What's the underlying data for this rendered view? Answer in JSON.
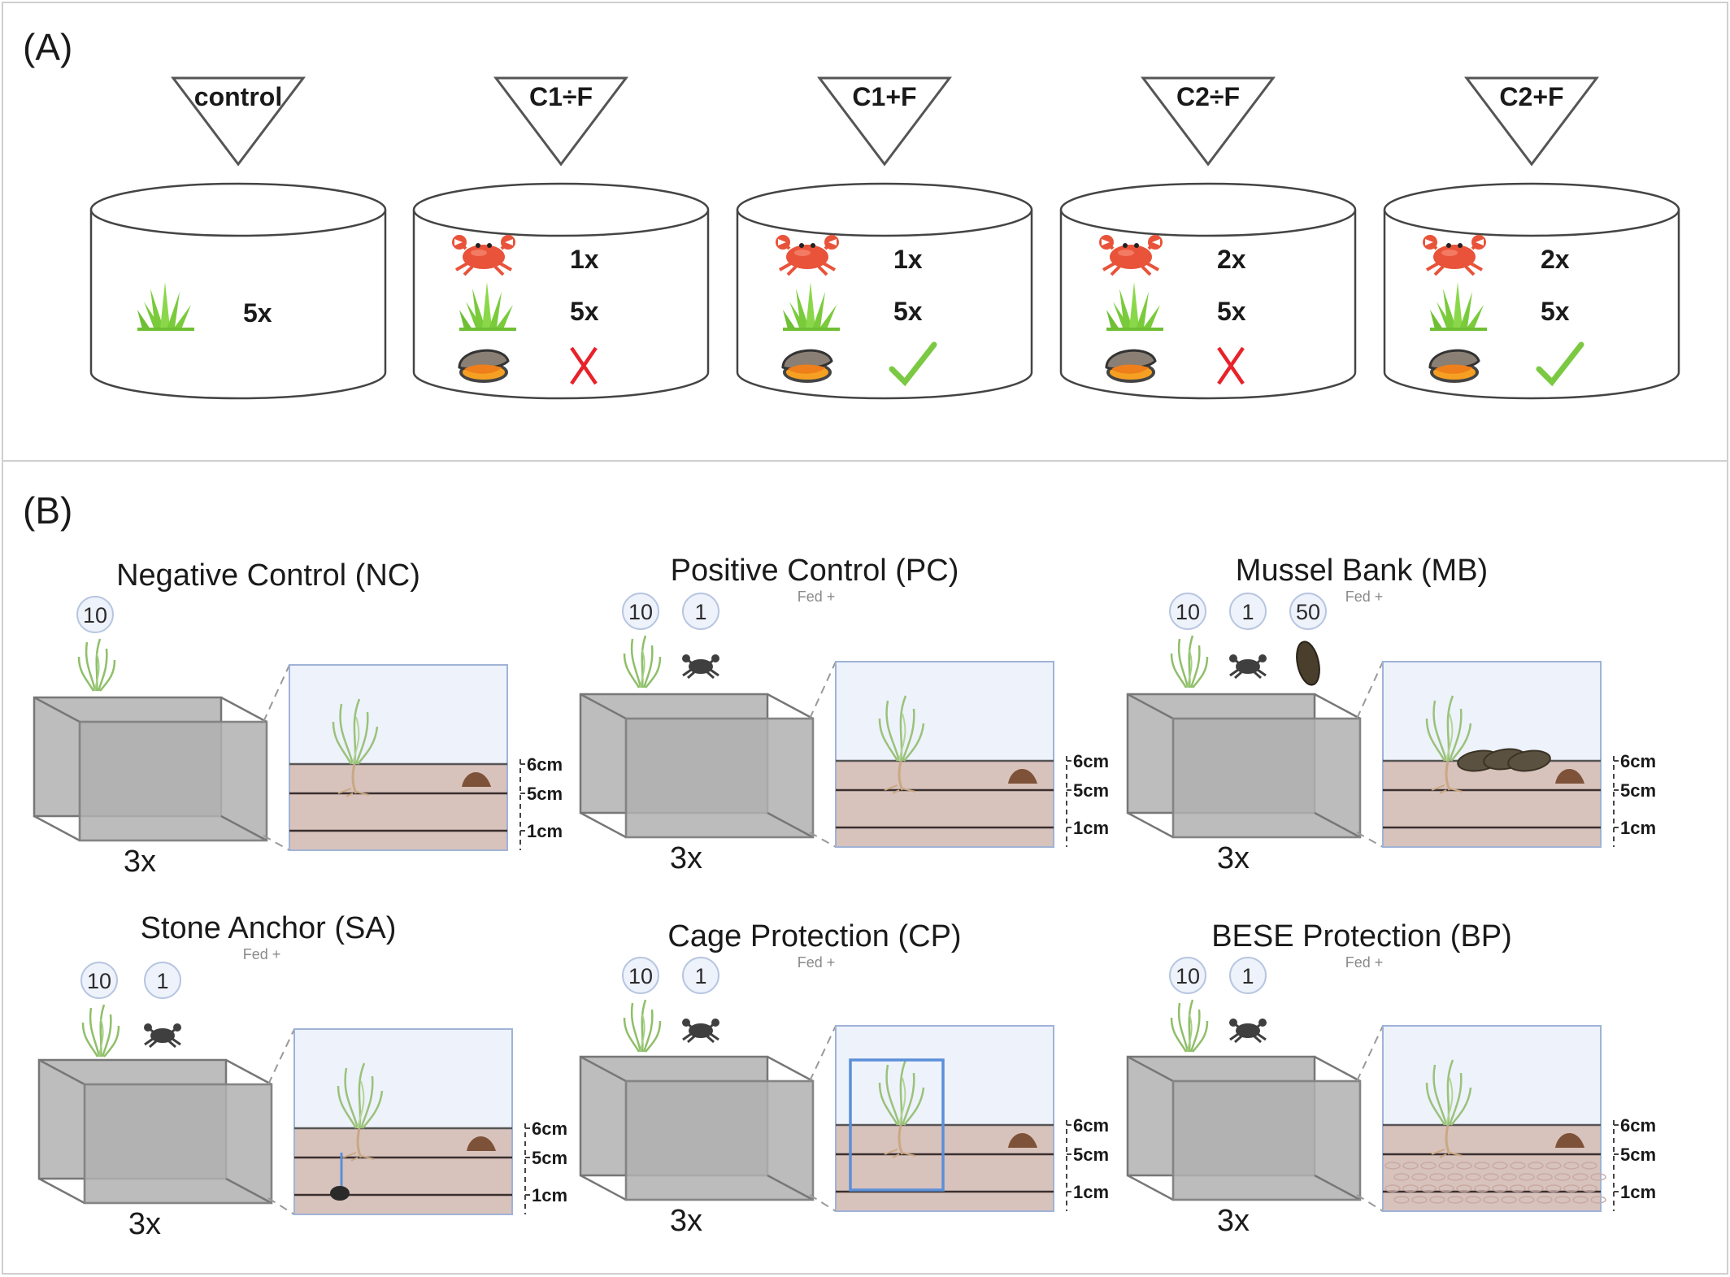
{
  "panel_a": {
    "label": "(A)",
    "treatments": [
      {
        "name": "control",
        "crab": null,
        "grass": "5x",
        "mussel": null
      },
      {
        "name": "C1÷F",
        "crab": "1x",
        "grass": "5x",
        "mussel": "absent"
      },
      {
        "name": "C1+F",
        "crab": "1x",
        "grass": "5x",
        "mussel": "present"
      },
      {
        "name": "C2÷F",
        "crab": "2x",
        "grass": "5x",
        "mussel": "absent"
      },
      {
        "name": "C2+F",
        "crab": "2x",
        "grass": "5x",
        "mussel": "present"
      }
    ]
  },
  "panel_b": {
    "label": "(B)",
    "fed_label": "Fed +",
    "depth_labels": [
      "6cm",
      "5cm",
      "1cm"
    ],
    "experiments": [
      {
        "title": "Negative Control (NC)",
        "fed": false,
        "counts": [
          "10"
        ],
        "icons": [
          "seagrass-icon"
        ],
        "replicates": "3x",
        "feature": "none"
      },
      {
        "title": "Positive Control (PC)",
        "fed": true,
        "counts": [
          "10",
          "1"
        ],
        "icons": [
          "seagrass-icon",
          "crab-icon"
        ],
        "replicates": "3x",
        "feature": "none"
      },
      {
        "title": "Mussel Bank (MB)",
        "fed": true,
        "counts": [
          "10",
          "1",
          "50"
        ],
        "icons": [
          "seagrass-icon",
          "crab-icon",
          "mussel-icon"
        ],
        "replicates": "3x",
        "feature": "mussels"
      },
      {
        "title": "Stone Anchor (SA)",
        "fed": true,
        "counts": [
          "10",
          "1"
        ],
        "icons": [
          "seagrass-icon",
          "crab-icon"
        ],
        "replicates": "3x",
        "feature": "stone"
      },
      {
        "title": "Cage Protection (CP)",
        "fed": true,
        "counts": [
          "10",
          "1"
        ],
        "icons": [
          "seagrass-icon",
          "crab-icon"
        ],
        "replicates": "3x",
        "feature": "cage"
      },
      {
        "title": "BESE Protection (BP)",
        "fed": true,
        "counts": [
          "10",
          "1"
        ],
        "icons": [
          "seagrass-icon",
          "crab-icon"
        ],
        "replicates": "3x",
        "feature": "bese"
      }
    ]
  },
  "colors": {
    "water": "#eef2fb",
    "sediment": "#d8c2bc",
    "crab_red": "#e8533a",
    "grass_green": "#7acb3c",
    "check_green": "#7bc943",
    "cross_red": "#e8222a",
    "cage_blue": "#5b8fd8",
    "tank_grey": "#b8b8b8"
  }
}
